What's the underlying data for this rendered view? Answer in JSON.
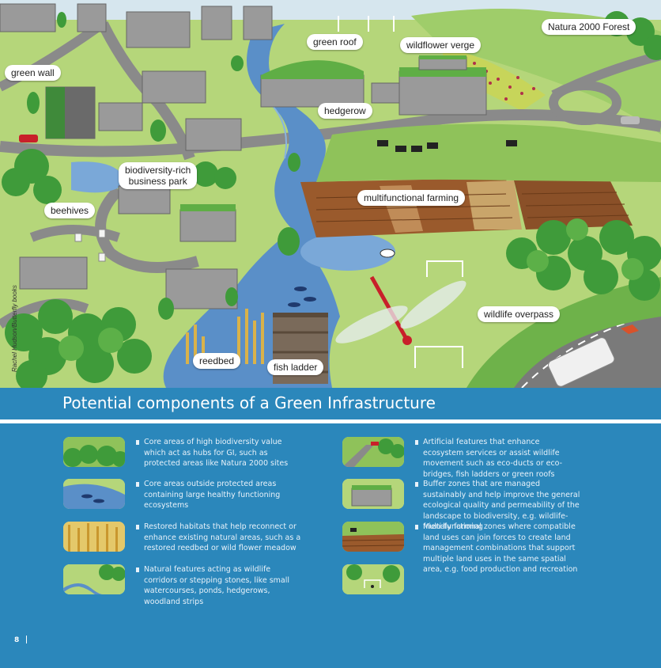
{
  "illustration": {
    "labels": {
      "green_wall": "green wall",
      "green_roof": "green roof",
      "wildflower_verge": "wildflower verge",
      "natura_forest": "Natura 2000 Forest",
      "hedgerow": "hedgerow",
      "biodiversity_park_line1": "biodiversity-rich",
      "biodiversity_park_line2": "business park",
      "beehives": "beehives",
      "multifunctional_farming": "multifunctional farming",
      "wildlife_overpass": "wildlife overpass",
      "reedbed": "reedbed",
      "fish_ladder": "fish ladder"
    },
    "credit": "Rachel Hudson/Butterfly books",
    "colors": {
      "grass": "#b5d67a",
      "road": "#8a8a8a",
      "water": "#5a8fc8",
      "forest": "#3f9b3a",
      "soil": "#9a5a2c",
      "sky": "#d6e6ee"
    }
  },
  "panel": {
    "title": "Potential components of a Green Infrastructure",
    "background": "#2b87bb",
    "left_items": [
      {
        "icon": "forest-thumbnail",
        "text": "Core areas of high biodiversity value which act as hubs for GI, such as protected areas like Natura 2000 sites"
      },
      {
        "icon": "river-fish-thumbnail",
        "text": "Core areas outside protected areas containing large healthy functioning ecosystems"
      },
      {
        "icon": "reedbed-thumbnail",
        "text": "Restored habitats that help reconnect or enhance existing natural areas, such as a restored reedbed or wild flower meadow"
      },
      {
        "icon": "stream-hedgerow-thumbnail",
        "text": "Natural features acting as wildlife corridors or stepping stones, like small watercourses, ponds, hedgerows, woodland strips"
      }
    ],
    "right_items": [
      {
        "icon": "eco-duct-thumbnail",
        "text": "Artificial features that enhance ecosystem services or assist wildlife movement such as eco-ducts or eco-bridges, fish ladders or green roofs"
      },
      {
        "icon": "green-roof-building-thumbnail",
        "text": "Buffer zones that are managed sustainably and help improve the general ecological quality and permeability of the landscape to biodiversity, e.g. wildlife-friendly farming"
      },
      {
        "icon": "farm-fields-thumbnail",
        "text": "Multi-functional zones where compatible land uses can join forces to create land management combinations that support multiple land uses in the same spatial area, e.g. food production and recreation"
      },
      {
        "icon": "recreation-park-thumbnail",
        "text": ""
      }
    ]
  },
  "footer": {
    "page_number": "8"
  }
}
